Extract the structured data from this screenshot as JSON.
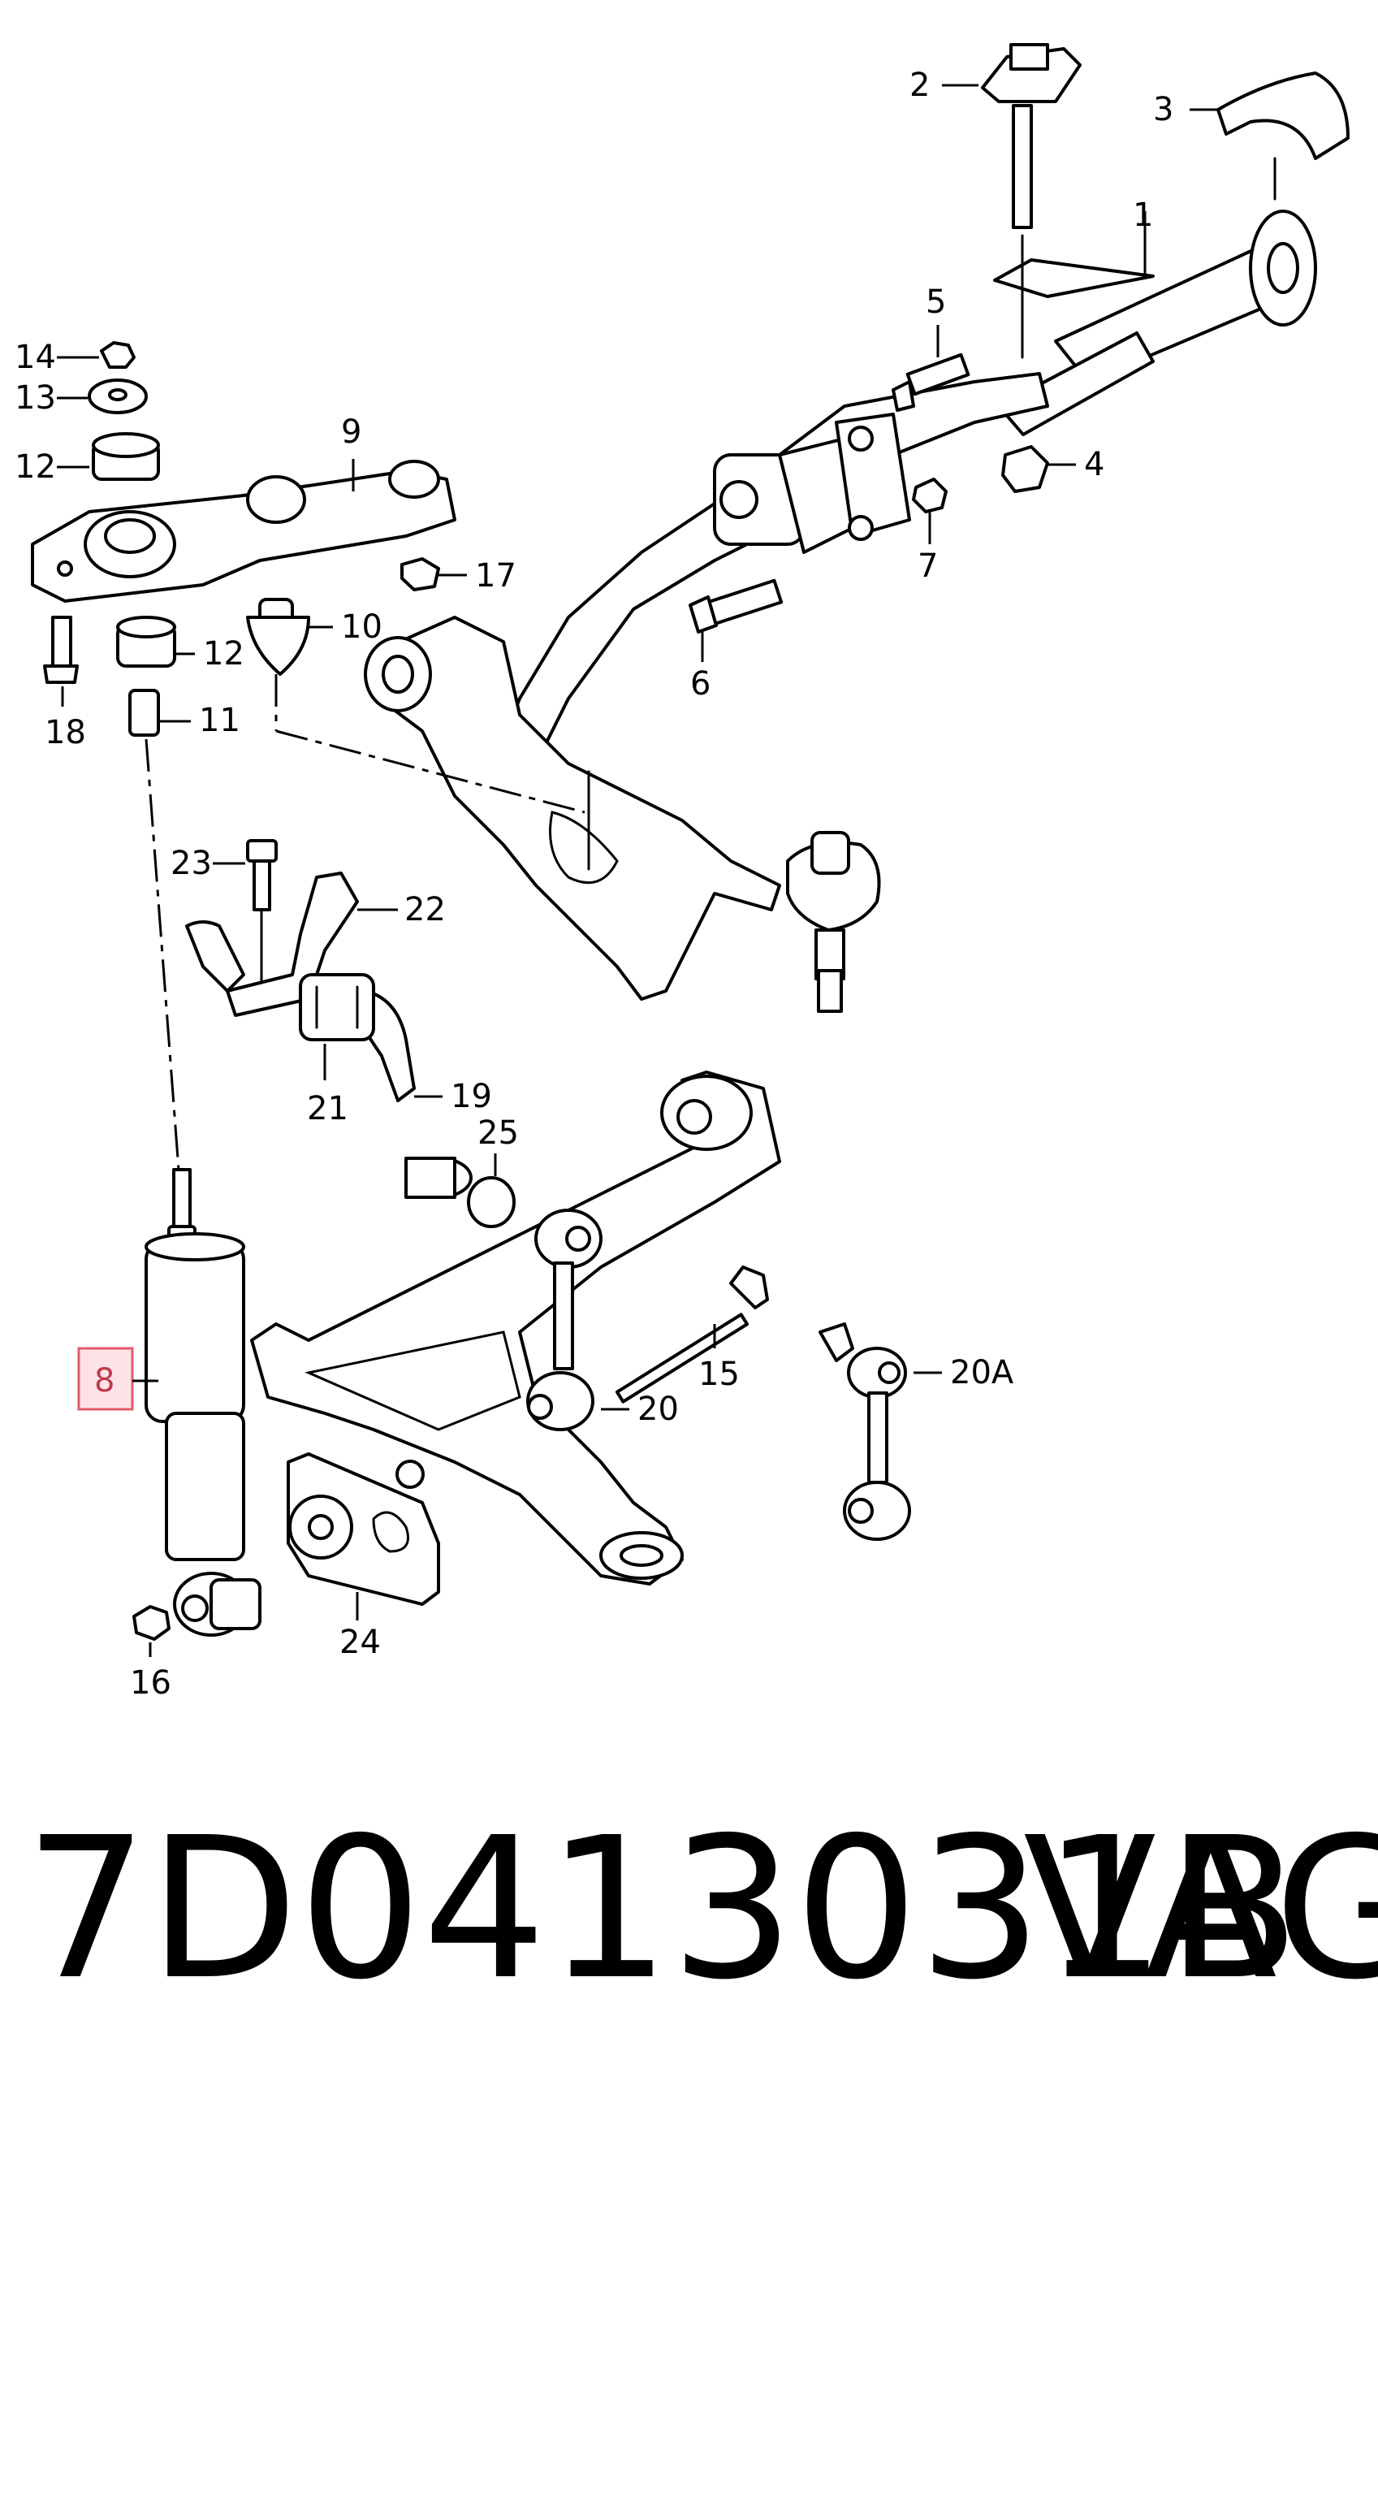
{
  "diagram": {
    "labels": {
      "l1": "1",
      "l2": "2",
      "l3": "3",
      "l4": "4",
      "l5": "5",
      "l6": "6",
      "l7": "7",
      "l8": "8",
      "l9": "9",
      "l10": "10",
      "l11": "11",
      "l12a": "12",
      "l12b": "12",
      "l13": "13",
      "l14": "14",
      "l15": "15",
      "l16": "16",
      "l17": "17",
      "l18": "18",
      "l19": "19",
      "l20": "20",
      "l20a": "20A",
      "l21": "21",
      "l22": "22",
      "l23": "23",
      "l24": "24",
      "l25": "25"
    },
    "highlighted_label": "8",
    "highlight_color": "#e35a6a"
  },
  "footer": {
    "part_number": "7D0413031B",
    "brand": "VAG"
  }
}
